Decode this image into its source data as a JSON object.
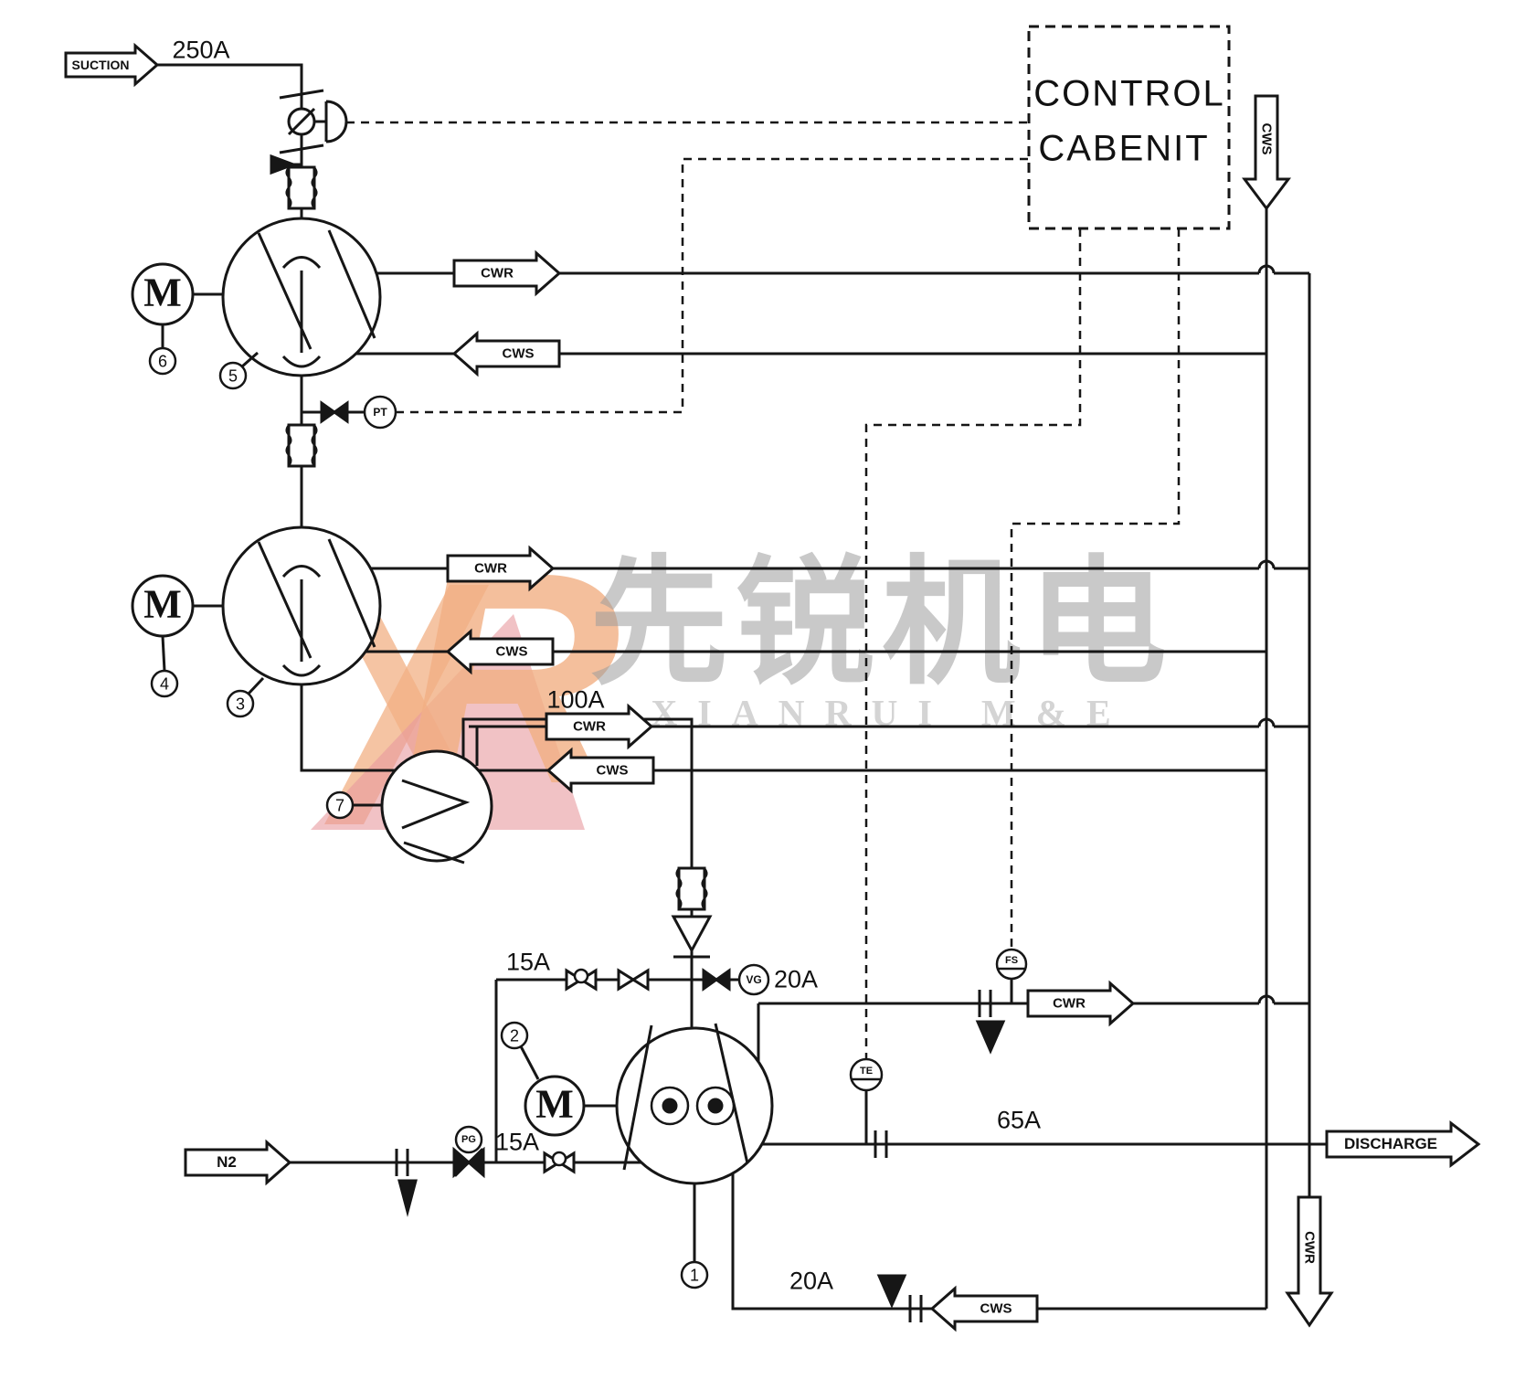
{
  "cabinet": {
    "line1": "CONTROL",
    "line2": "CABENIT"
  },
  "ports": {
    "suction": "SUCTION",
    "n2": "N2",
    "discharge": "DISCHARGE"
  },
  "tags": {
    "cwr": "CWR",
    "cws": "CWS"
  },
  "sizes": {
    "suction": "250A",
    "hx": "100A",
    "purge_top": "15A",
    "purge_bottom": "15A",
    "cwr_pump1": "20A",
    "cws_pump1": "20A",
    "discharge": "65A"
  },
  "instruments": {
    "pt": "PT",
    "vg": "VG",
    "pg": "PG",
    "te": "TE",
    "fs": "FS",
    "motor": "M"
  },
  "items": {
    "pump1": "1",
    "motor1": "2",
    "pump3": "3",
    "motor3": "4",
    "pump5": "5",
    "motor5": "6",
    "hx": "7"
  },
  "watermark": {
    "cn": "先锐机电",
    "en": "XIANRUI M&E",
    "logo_letter": "R"
  },
  "colors": {
    "line": "#161616",
    "watermark_orange": "#f2b084",
    "watermark_pink": "#e89a9e",
    "watermark_gray": "#9d9d9d"
  }
}
